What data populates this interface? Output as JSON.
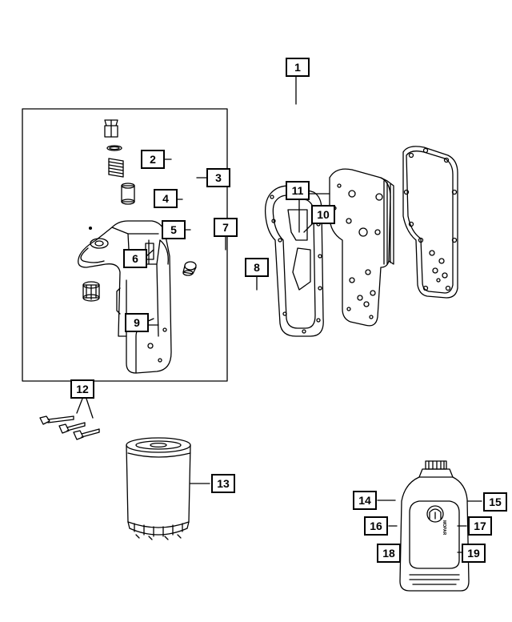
{
  "callouts": {
    "c1": "1",
    "c2": "2",
    "c3": "3",
    "c4": "4",
    "c5": "5",
    "c6": "6",
    "c7": "7",
    "c8": "8",
    "c9": "9",
    "c10": "10",
    "c11": "11",
    "c12": "12",
    "c13": "13",
    "c14": "14",
    "c15": "15",
    "c16": "16",
    "c17": "17",
    "c18": "18",
    "c19": "19"
  },
  "bottle": {
    "brand_text": "MOPAR"
  }
}
